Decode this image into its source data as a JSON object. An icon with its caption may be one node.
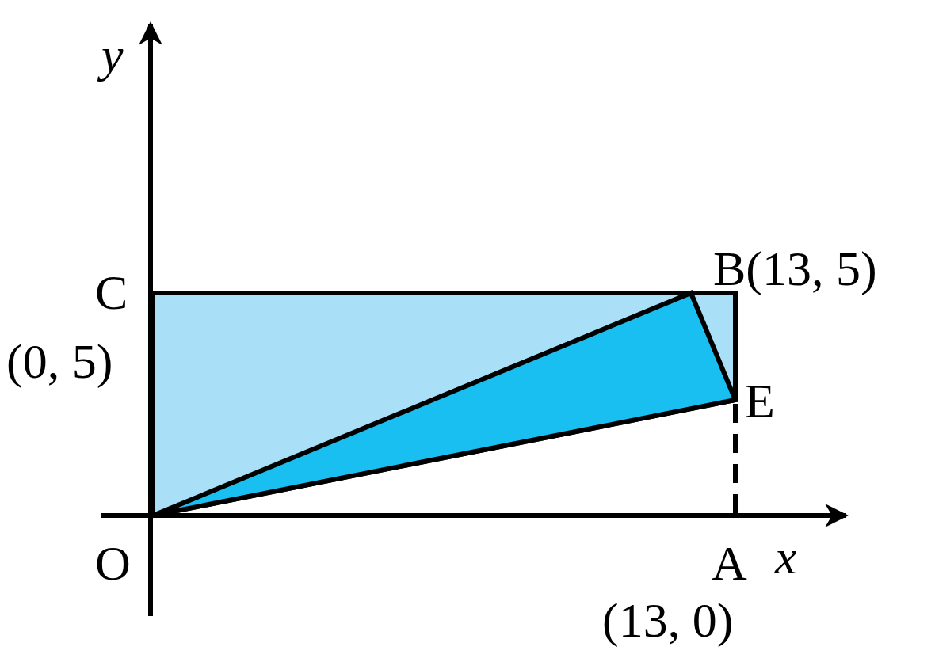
{
  "diagram": {
    "labels": [
      "y",
      "B(13, 5)",
      "C",
      "(0, 5)",
      "E",
      "O",
      "A",
      "x",
      "(13, 0)"
    ]
  }
}
